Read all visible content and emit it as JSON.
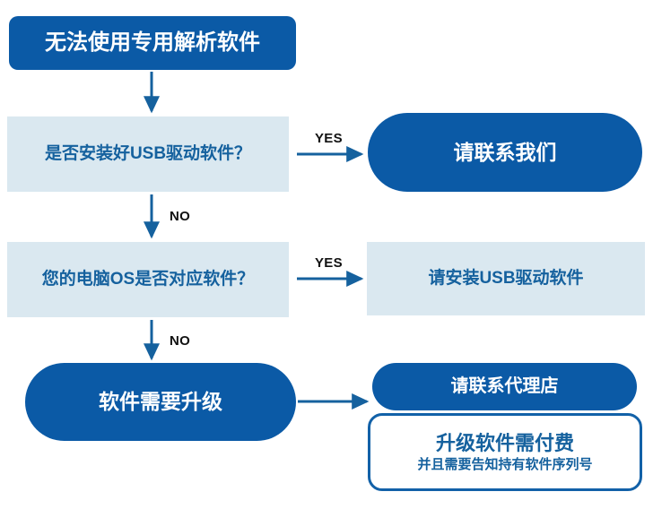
{
  "diagram": {
    "title": "USB driver troubleshooting flowchart",
    "colors": {
      "solid_fill": "#0B5AA6",
      "light_fill": "#DAE8F0",
      "light_text": "#15619E",
      "outline_border": "#1261A8",
      "arrow": "#15619E",
      "label_text": "#111111",
      "background": "#FFFFFF"
    },
    "nodes": {
      "start": {
        "label": "无法使用专用解析软件",
        "shape": "rounded-rect",
        "style": "solid"
      },
      "question_usb_driver": {
        "label": "是否安装好USB驱动软件？",
        "shape": "rect",
        "style": "light"
      },
      "contact_us": {
        "label": "请联系我们",
        "shape": "pill",
        "style": "solid"
      },
      "question_os": {
        "label": "您的电脑OS是否对应软件？",
        "shape": "rect",
        "style": "light"
      },
      "install_usb_driver": {
        "label": "请安装USB驱动软件",
        "shape": "rect",
        "style": "light"
      },
      "need_upgrade": {
        "label": "软件需要升级",
        "shape": "pill",
        "style": "solid"
      },
      "contact_dealer": {
        "label": "请联系代理店",
        "shape": "pill",
        "style": "solid"
      },
      "upgrade_fee": {
        "main_label": "升级软件需付费",
        "sub_label": "并且需要告知持有软件序列号",
        "shape": "rounded-rect",
        "style": "outline"
      }
    },
    "edges": [
      {
        "from": "start",
        "to": "question_usb_driver",
        "label": "",
        "direction": "down"
      },
      {
        "from": "question_usb_driver",
        "to": "contact_us",
        "label": "YES",
        "direction": "right"
      },
      {
        "from": "question_usb_driver",
        "to": "question_os",
        "label": "NO",
        "direction": "down"
      },
      {
        "from": "question_os",
        "to": "install_usb_driver",
        "label": "YES",
        "direction": "right"
      },
      {
        "from": "question_os",
        "to": "need_upgrade",
        "label": "NO",
        "direction": "down"
      },
      {
        "from": "need_upgrade",
        "to": "contact_dealer",
        "label": "",
        "direction": "right"
      }
    ],
    "edge_labels": {
      "yes1": "YES",
      "no1": "NO",
      "yes2": "YES",
      "no2": "NO"
    }
  }
}
